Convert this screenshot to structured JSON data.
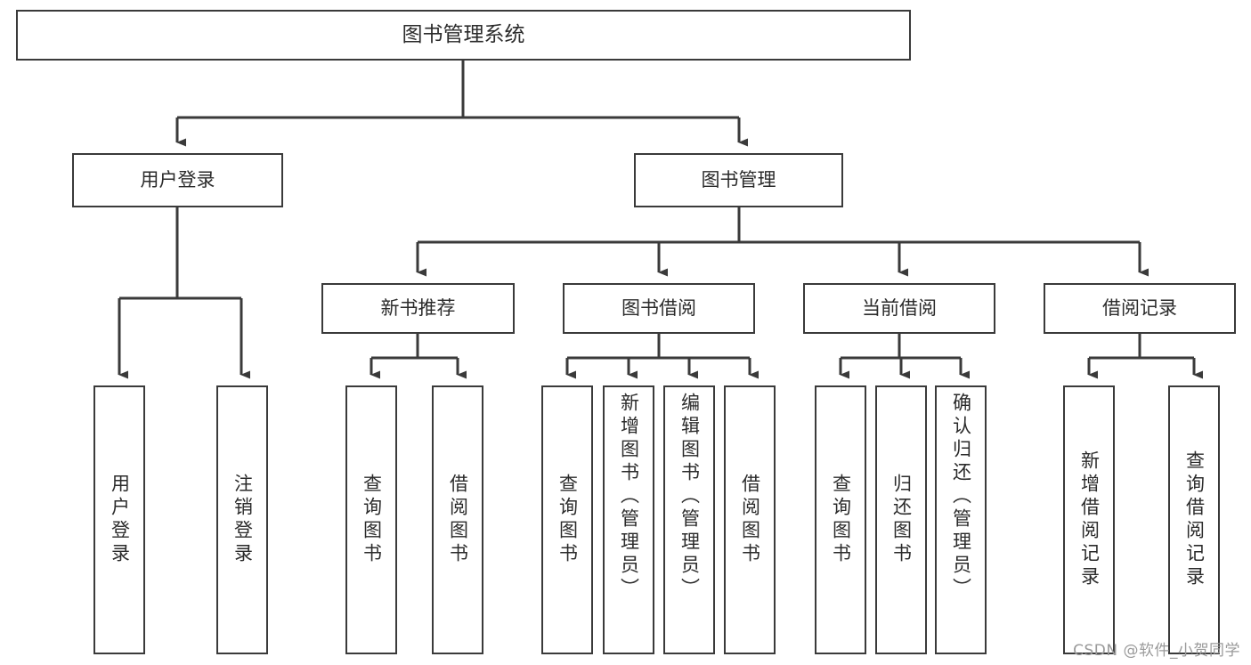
{
  "diagram": {
    "title": "图书管理系统",
    "type": "tree",
    "watermark": "CSDN @软件_小贺同学",
    "colors": {
      "box_border": "#3a3a3a",
      "box_fill": "#ffffff",
      "connector": "#3a3a3a",
      "text": "#2b2b2b",
      "watermark": "#9a9a9a",
      "background": "#ffffff"
    },
    "root": {
      "label": "图书管理系统"
    },
    "level1": [
      {
        "label": "用户登录"
      },
      {
        "label": "图书管理"
      }
    ],
    "level2": [
      {
        "label": "新书推荐"
      },
      {
        "label": "图书借阅"
      },
      {
        "label": "当前借阅"
      },
      {
        "label": "借阅记录"
      }
    ],
    "leaves": {
      "user_login": [
        {
          "label": "用户登录"
        },
        {
          "label": "注销登录"
        }
      ],
      "new_book": [
        {
          "label": "查询图书"
        },
        {
          "label": "借阅图书"
        }
      ],
      "book_borrow": [
        {
          "label": "查询图书"
        },
        {
          "label": "新增图书（管理员）"
        },
        {
          "label": "编辑图书（管理员）"
        },
        {
          "label": "借阅图书"
        }
      ],
      "current_borrow": [
        {
          "label": "查询图书"
        },
        {
          "label": "归还图书"
        },
        {
          "label": "确认归还（管理员）"
        }
      ],
      "borrow_record": [
        {
          "label": "新增借阅记录"
        },
        {
          "label": "查询借阅记录"
        }
      ]
    }
  }
}
